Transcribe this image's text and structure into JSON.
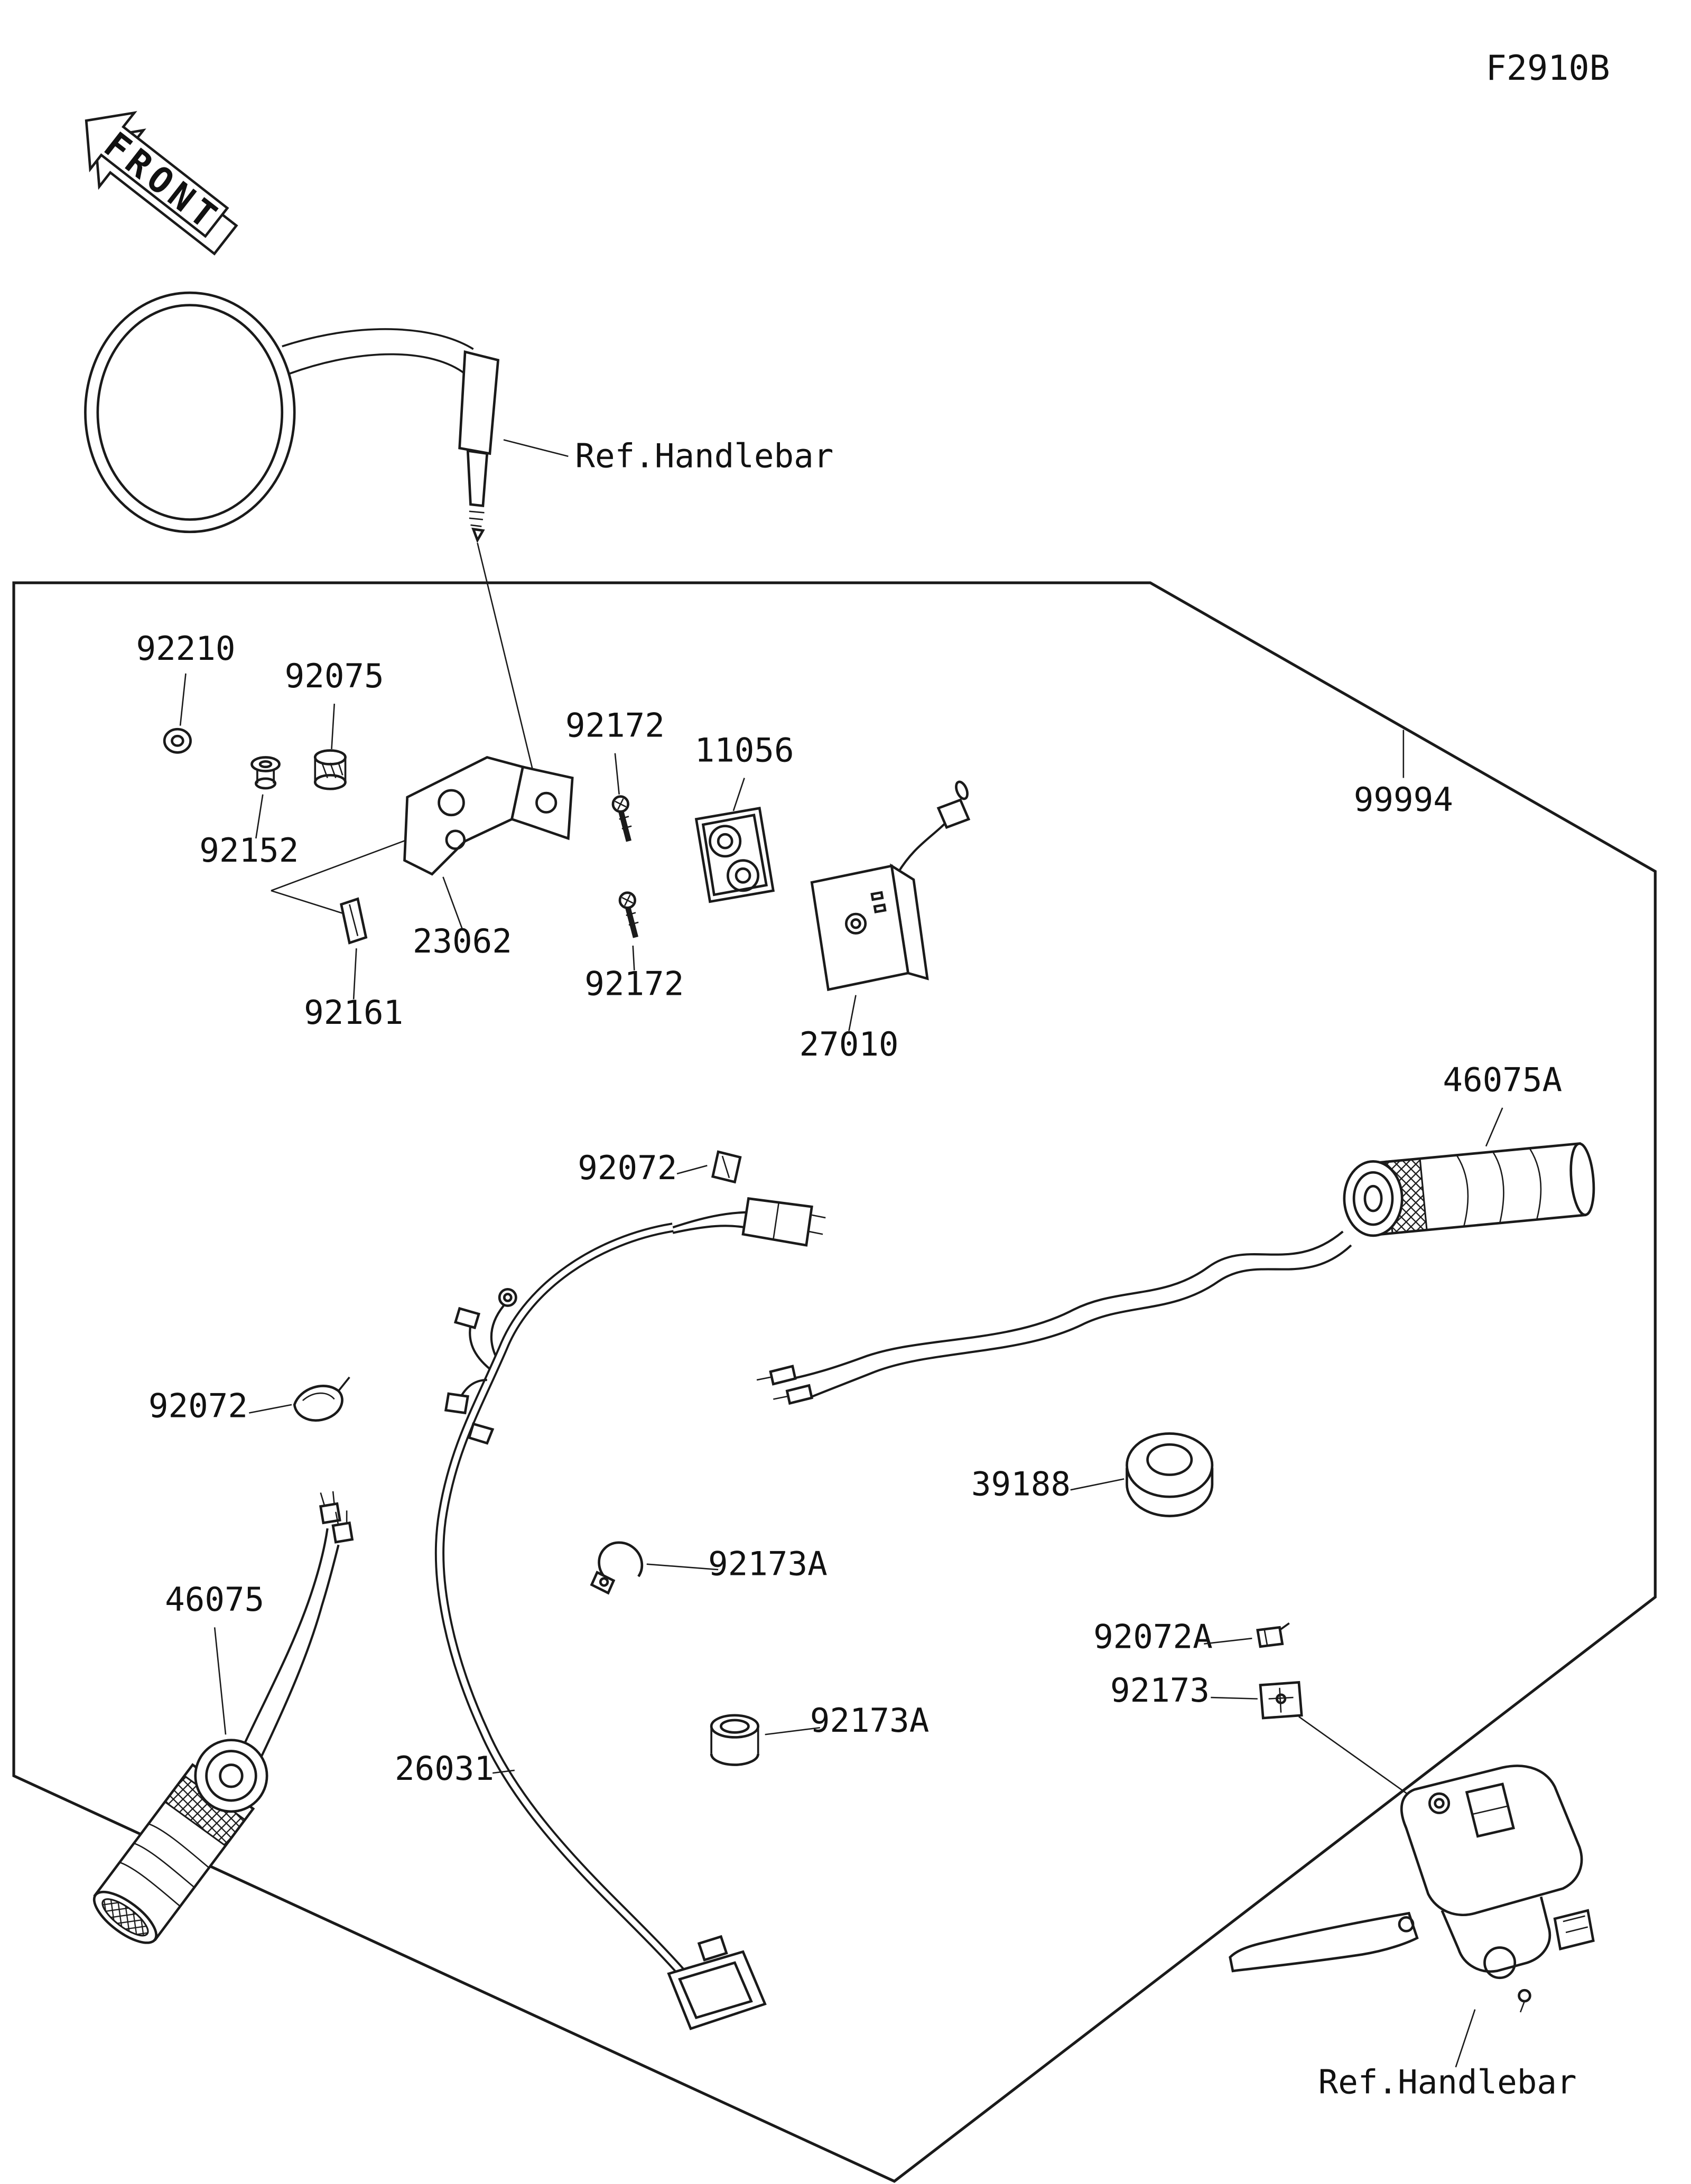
{
  "doc": {
    "figure_code": "F2910B",
    "front_label": "FRONT"
  },
  "labels": {
    "ref_handlebar_top": "Ref.Handlebar",
    "ref_handlebar_bottom": "Ref.Handlebar",
    "p92210": "92210",
    "p92075": "92075",
    "p92152": "92152",
    "p23062": "23062",
    "p92161": "92161",
    "p92172_top": "92172",
    "p92172_bottom": "92172",
    "p11056": "11056",
    "p27010": "27010",
    "p99994": "99994",
    "p46075A": "46075A",
    "p92072_top": "92072",
    "p92072_mid": "92072",
    "p39188": "39188",
    "p92173A_1": "92173A",
    "p92173A_2": "92173A",
    "p46075": "46075",
    "p92072A": "92072A",
    "p92173": "92173",
    "p26031": "26031"
  },
  "colors": {
    "line": "#1a1a1a",
    "background": "#ffffff"
  }
}
